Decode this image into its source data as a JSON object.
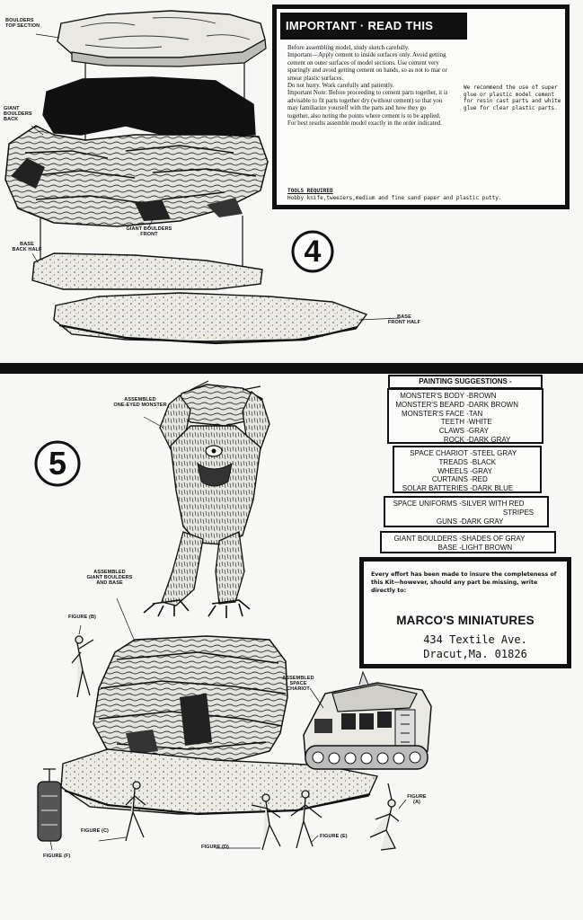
{
  "step4": {
    "number": "4",
    "labels": {
      "boulders_top": [
        "BOULDERS",
        "TOP SECTION"
      ],
      "giant_boulders_back": [
        "GIANT",
        "BOULDERS",
        "BACK"
      ],
      "giant_boulders_front": [
        "GIANT BOULDERS",
        "FRONT"
      ],
      "base_back": [
        "BASE",
        "BACK HALF"
      ],
      "base_front": [
        "BASE",
        "FRONT HALF"
      ]
    }
  },
  "important": {
    "heading": "IMPORTANT · READ THIS FIRST!",
    "paragraphs": [
      "Before assembling model, study sketch carefully.",
      "Important—Apply cement to inside surfaces only. Avoid getting cement on outer surfaces of model sections. Use cement very sparingly and avoid getting cement on hands, so as not to mar or smear plastic surfaces.",
      "Do not hurry. Work carefully and patiently.",
      "Important Note: Before proceeding to cement parts together, it is advisable to fit parts together dry (without cement) so that you may familiarize yourself with the parts and how they go together, also noting the points where cement is to be applied.",
      "For best results assemble model exactly in the order indicated."
    ],
    "side_note": "We recommend the use of super glue or plastic model cement for resin cast parts and white glue for clear plastic parts.",
    "tools_heading": "TOOLS REQUIRED",
    "tools_text": "Hobby knife,tweezers,medium and fine sand paper and plastic putty."
  },
  "step5": {
    "number": "5",
    "labels": {
      "monster": [
        "ASSEMBLED",
        "ONE-EYED MONSTER"
      ],
      "boulders_base": [
        "ASSEMBLED",
        "GIANT BOULDERS",
        "AND BASE"
      ],
      "chariot": [
        "ASSEMBLED",
        "SPACE",
        "CHARIOT"
      ],
      "figure_b": [
        "FIGURE (B)"
      ],
      "figure_c": [
        "FIGURE (C)"
      ],
      "figure_d": [
        "FIGURE (D)"
      ],
      "figure_e": [
        "FIGURE (E)"
      ],
      "figure_a": [
        "FIGURE",
        "(A)"
      ],
      "figure_f": [
        "FIGURE (F)"
      ]
    }
  },
  "painting": {
    "title": "PAINTING SUGGESTIONS -",
    "groups": [
      [
        {
          "k": "MONSTER'S BODY",
          "v": "BROWN"
        },
        {
          "k": "MONSTER'S BEARD",
          "v": "DARK BROWN"
        },
        {
          "k": "MONSTER'S FACE",
          "v": "TAN"
        },
        {
          "k": "TEETH",
          "v": "WHITE"
        },
        {
          "k": "CLAWS",
          "v": "GRAY"
        },
        {
          "k": "ROCK",
          "v": "DARK GRAY"
        }
      ],
      [
        {
          "k": "SPACE CHARIOT",
          "v": "STEEL GRAY"
        },
        {
          "k": "TREADS",
          "v": "BLACK"
        },
        {
          "k": "WHEELS",
          "v": "GRAY"
        },
        {
          "k": "CURTAINS",
          "v": "RED"
        },
        {
          "k": "SOLAR BATTERIES",
          "v": "DARK BLUE"
        }
      ],
      [
        {
          "k": "SPACE UNIFORMS",
          "v": "SILVER WITH RED"
        },
        {
          "k": "",
          "v": "STRIPES"
        },
        {
          "k": "GUNS",
          "v": "DARK GRAY"
        }
      ],
      [
        {
          "k": "GIANT BOULDERS",
          "v": "SHADES OF GRAY"
        },
        {
          "k": "BASE",
          "v": "LIGHT BROWN"
        }
      ]
    ]
  },
  "contact": {
    "note": "Every effort has been made to insure the completeness of this Kit—however, should any part be missing, write directly to:",
    "company": "MARCO'S MINIATURES",
    "street": "434 Textile Ave.",
    "city": "Dracut,Ma. 01826"
  }
}
